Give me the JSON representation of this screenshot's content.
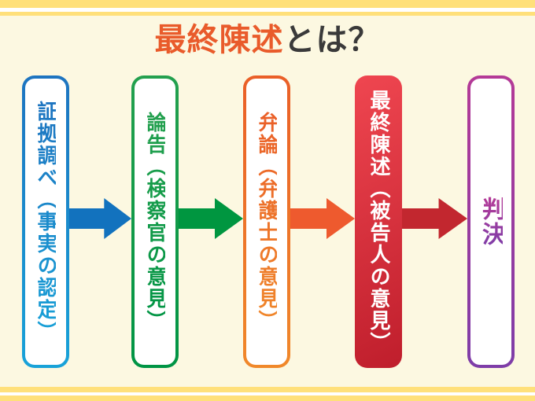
{
  "title": {
    "highlight": "最終陳述",
    "suffix": "とは？"
  },
  "colors": {
    "background": "#fcf8e1",
    "stripe_yellow": "#ffe07a",
    "stripe_white": "#ffffff",
    "title_highlight": "#e95b2b",
    "title_text": "#3a3a3a"
  },
  "flow": {
    "steps": [
      {
        "id": "evidence",
        "label": "証拠調べ（事実の認定）",
        "style": "outline",
        "color_top": "#1d74c0",
        "color_bottom": "#18a2d8"
      },
      {
        "id": "prosecution-closing",
        "label": "論告（検察官の意見）",
        "style": "outline",
        "color_top": "#23a04e",
        "color_bottom": "#009444"
      },
      {
        "id": "defense-closing",
        "label": "弁論（弁護士の意見）",
        "style": "outline",
        "color_top": "#ea5f28",
        "color_bottom": "#f0882a"
      },
      {
        "id": "final-statement",
        "label": "最終陳述（被告人の意見）",
        "style": "filled",
        "color_top": "#ef4650",
        "color_bottom": "#bf1e2c",
        "text_color": "#ffffff"
      },
      {
        "id": "verdict",
        "label": "判決",
        "style": "outline",
        "color_top": "#b43a97",
        "color_bottom": "#7e3da8"
      }
    ],
    "arrows": [
      {
        "color": "#1272be"
      },
      {
        "color": "#009640"
      },
      {
        "color": "#ee5a2e"
      },
      {
        "color": "#c2272f"
      }
    ]
  }
}
